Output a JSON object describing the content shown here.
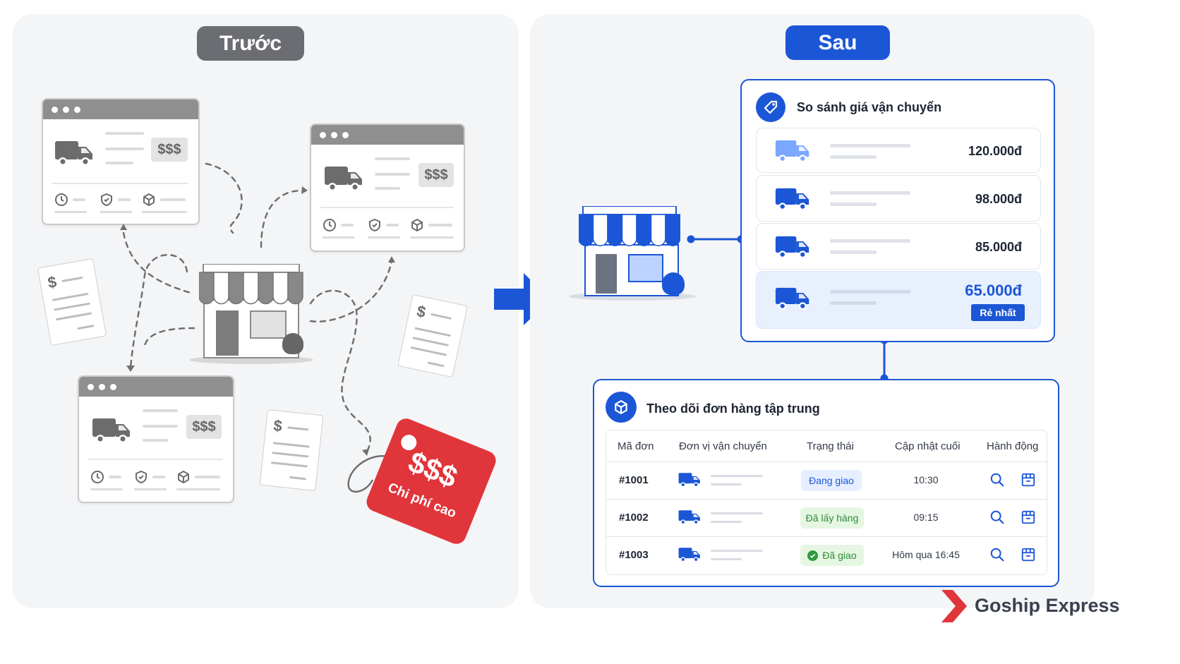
{
  "labels": {
    "before": "Trước",
    "after": "Sau"
  },
  "before": {
    "price_chip": "$$$",
    "tag_price": "$$$",
    "tag_text": "Chi phí cao",
    "receipt_symbol": "$"
  },
  "compare": {
    "title": "So sánh giá vận chuyển",
    "rows": [
      {
        "price": "120.000đ"
      },
      {
        "price": "98.000đ"
      },
      {
        "price": "85.000đ"
      },
      {
        "price": "65.000đ",
        "badge": "Rẻ nhất"
      }
    ]
  },
  "tracking": {
    "title": "Theo dõi đơn hàng tập trung",
    "headers": [
      "Mã đơn",
      "Đơn vị vận chuyển",
      "Trạng thái",
      "Cập nhật cuối",
      "Hành động"
    ],
    "rows": [
      {
        "id": "#1001",
        "status": "Đang giao",
        "updated": "10:30"
      },
      {
        "id": "#1002",
        "status": "Đã lấy hàng",
        "updated": "09:15"
      },
      {
        "id": "#1003",
        "status": "Đã giao",
        "updated": "Hôm qua 16:45"
      }
    ]
  },
  "brand": {
    "name": "Goship Express"
  },
  "colors": {
    "primary": "#1b56d6",
    "grey_pill": "#6b6d72",
    "tag_red": "#e0353a",
    "status_shipping_bg": "#e6efff",
    "status_picked_bg": "#e5f6e2",
    "status_done_bg": "#e5f6e2"
  }
}
